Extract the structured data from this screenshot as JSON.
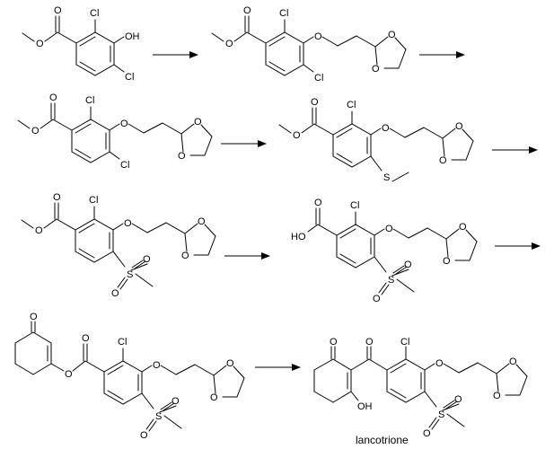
{
  "atom_labels": {
    "cl": "Cl",
    "oh": "OH",
    "ho": "HO",
    "o": "O",
    "s": "S"
  },
  "compounds": [
    {
      "step": 1,
      "atoms": [
        "O",
        "Cl",
        "OH",
        "O",
        "Cl"
      ]
    },
    {
      "step": 2,
      "atoms": [
        "O",
        "Cl",
        "O",
        "O",
        "O",
        "O",
        "Cl"
      ]
    },
    {
      "step": 3,
      "atoms": [
        "O",
        "Cl",
        "O",
        "O",
        "O",
        "O",
        "Cl"
      ]
    },
    {
      "step": 4,
      "atoms": [
        "O",
        "Cl",
        "O",
        "O",
        "O",
        "O",
        "S"
      ]
    },
    {
      "step": 5,
      "atoms": [
        "O",
        "Cl",
        "O",
        "O",
        "O",
        "O",
        "O",
        "S",
        "O"
      ]
    },
    {
      "step": 6,
      "atoms": [
        "O",
        "Cl",
        "HO",
        "O",
        "O",
        "O",
        "O",
        "S",
        "O"
      ]
    },
    {
      "step": 7,
      "atoms": [
        "O",
        "O",
        "O",
        "Cl",
        "O",
        "O",
        "O",
        "O",
        "S",
        "O"
      ]
    },
    {
      "step": 8,
      "atoms": [
        "O",
        "O",
        "Cl",
        "O",
        "O",
        "O",
        "OH",
        "O",
        "S",
        "O"
      ],
      "name": "lancotrione"
    }
  ],
  "product_name": "lancotrione"
}
